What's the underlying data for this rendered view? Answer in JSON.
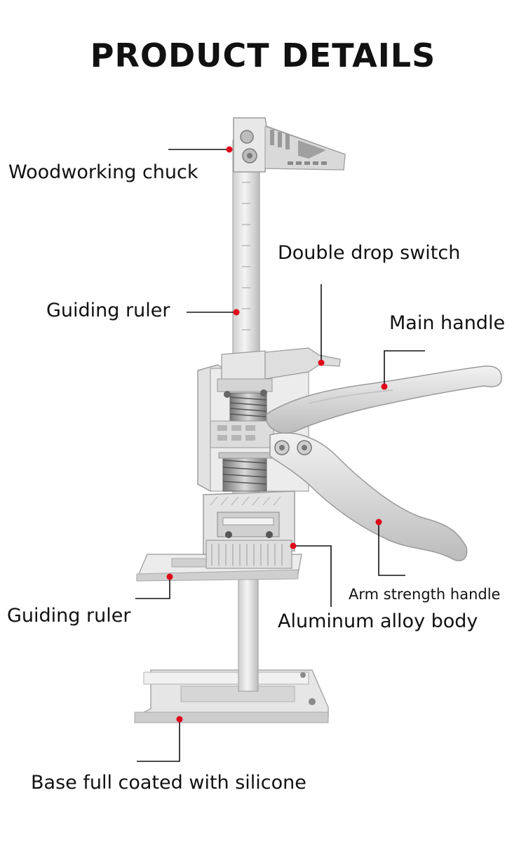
{
  "title": "PRODUCT DETAILS",
  "labels": {
    "woodworking_chuck": "Woodworking chuck",
    "double_drop_switch": "Double drop switch",
    "guiding_ruler_top": "Guiding ruler",
    "main_handle": "Main handle",
    "arm_strength_handle": "Arm strength handle",
    "guiding_ruler_bottom": "Guiding ruler",
    "aluminum_alloy_body": "Aluminum alloy body",
    "base": "Base full coated with silicone"
  },
  "colors": {
    "callout_dot": "#e0061a",
    "callout_line": "#111111",
    "metal_light": "#e9e9e9",
    "metal_mid": "#cfcfcf",
    "metal_dark": "#9a9a9a"
  }
}
